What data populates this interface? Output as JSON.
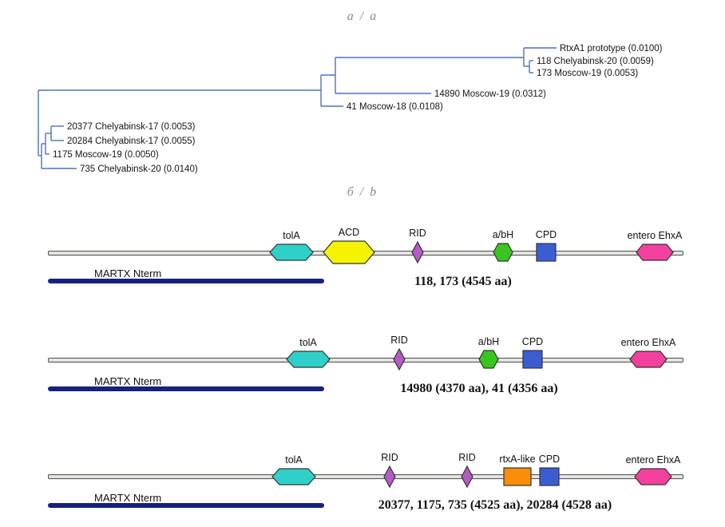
{
  "figure": {
    "section_a_title": "а / a",
    "section_b_title": "б / b"
  },
  "tree": {
    "line_color": "#4a74b8",
    "leaves": [
      {
        "label": "RtxA1 prototype (0.0100)"
      },
      {
        "label": "118 Chelyabinsk-20 (0.0059)"
      },
      {
        "label": "173 Moscow-19 (0.0053)"
      },
      {
        "label": "14890 Moscow-19 (0.0312)"
      },
      {
        "label": "41 Moscow-18 (0.0108)"
      },
      {
        "label": "20377 Chelyabinsk-17 (0.0053)"
      },
      {
        "label": "20284 Chelyabinsk-17 (0.0055)"
      },
      {
        "label": "1175 Moscow-19 (0.0050)"
      },
      {
        "label": "735 Chelyabinsk-20 (0.0140)"
      }
    ]
  },
  "rows": [
    {
      "nterm_label": "MARTX Nterm",
      "caption": "118, 173 (4545 aa)",
      "domains": [
        {
          "name": "tolA"
        },
        {
          "name": "ACD"
        },
        {
          "name": "RID"
        },
        {
          "name": "a/bH"
        },
        {
          "name": "CPD"
        },
        {
          "name": "entero EhxA"
        }
      ]
    },
    {
      "nterm_label": "MARTX Nterm",
      "caption": "14980 (4370 aa), 41 (4356 aa)",
      "domains": [
        {
          "name": "tolA"
        },
        {
          "name": "RID"
        },
        {
          "name": "a/bH"
        },
        {
          "name": "CPD"
        },
        {
          "name": "entero EhxA"
        }
      ]
    },
    {
      "nterm_label": "MARTX Nterm",
      "caption": "20377,  1175, 735 (4525 aa), 20284 (4528 aa)",
      "domains": [
        {
          "name": "tolA"
        },
        {
          "name": "RID"
        },
        {
          "name": "RID"
        },
        {
          "name": "rtxA-like"
        },
        {
          "name": "CPD"
        },
        {
          "name": "entero EhxA"
        }
      ]
    }
  ],
  "colors": {
    "tolA": "#2fd0ca",
    "ACD": "#f4f400",
    "RID": "#b55bc3",
    "abH": "#39c41f",
    "CPD": "#3a5ed2",
    "entero_EhxA": "#f4419e",
    "rtxA_like": "#fb8e08",
    "nterm_bar": "#16217e",
    "tree_line": "#4a74b8"
  }
}
